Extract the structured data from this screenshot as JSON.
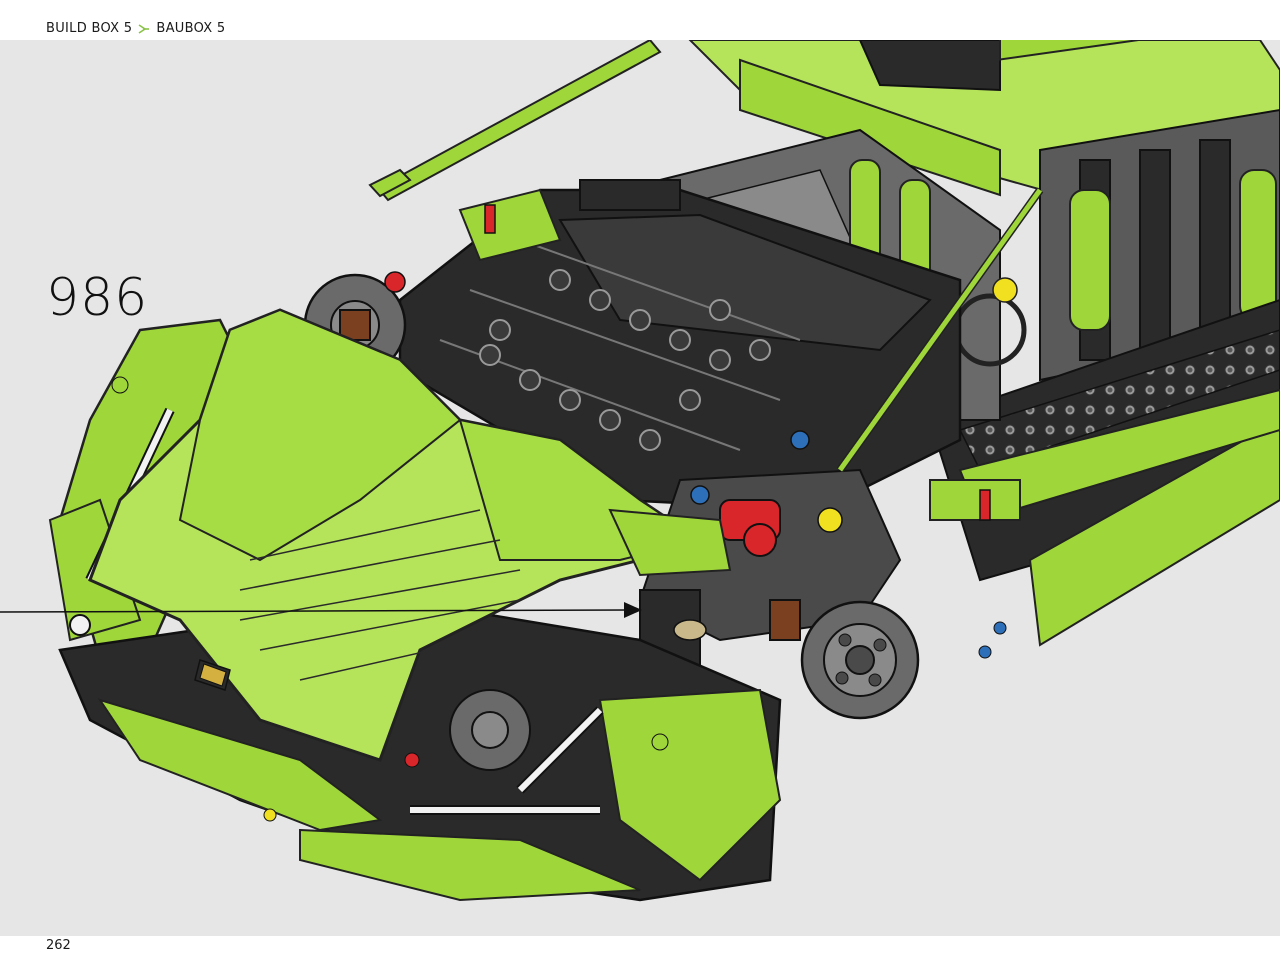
{
  "header": {
    "crumb_1": "BUILD BOX 5",
    "crumb_2": "BAUBOX 5",
    "separator_icon": "chevron-right-icon"
  },
  "step": {
    "number": "986"
  },
  "footer": {
    "page_number": "262"
  },
  "colors": {
    "lime": "#9fd63a",
    "lime_light": "#b5e35a",
    "lime_dark": "#7fae24",
    "black_part": "#2a2a2a",
    "dark_grey": "#5a5a5a",
    "mid_grey": "#8a8a8a",
    "red_part": "#d9262b",
    "blue_part": "#2d6fb8",
    "brown_part": "#7a4020",
    "yellow_part": "#f0e020",
    "background": "#e6e6e6"
  }
}
